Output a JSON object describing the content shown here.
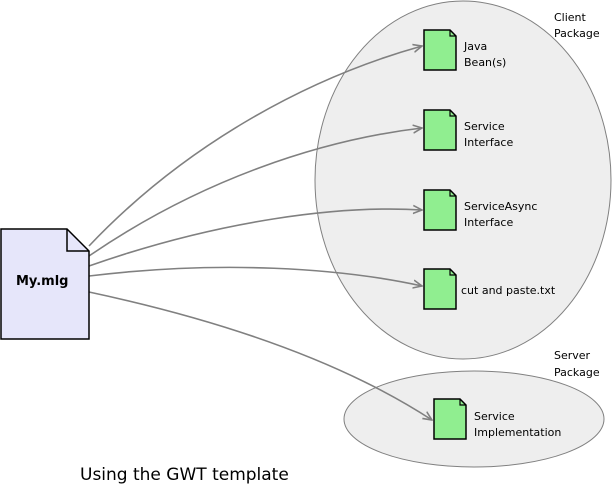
{
  "source_file": {
    "label": "My.mlg"
  },
  "packages": {
    "client": {
      "label_lines": [
        "Client",
        "Package"
      ]
    },
    "server": {
      "label_lines": [
        "Server",
        "Package"
      ]
    }
  },
  "outputs": [
    {
      "lines": [
        "Java",
        "Bean(s)"
      ]
    },
    {
      "lines": [
        "Service",
        "Interface"
      ]
    },
    {
      "lines": [
        "ServiceAsync",
        "Interface"
      ]
    },
    {
      "lines": [
        "cut and paste.txt"
      ]
    },
    {
      "lines": [
        "Service",
        "Implementation"
      ]
    }
  ],
  "caption": "Using the GWT template",
  "colors": {
    "source_fill": "#e6e6fa",
    "output_fill": "#90ee90",
    "package_fill": "#eeeeee",
    "arrow": "#808080"
  }
}
